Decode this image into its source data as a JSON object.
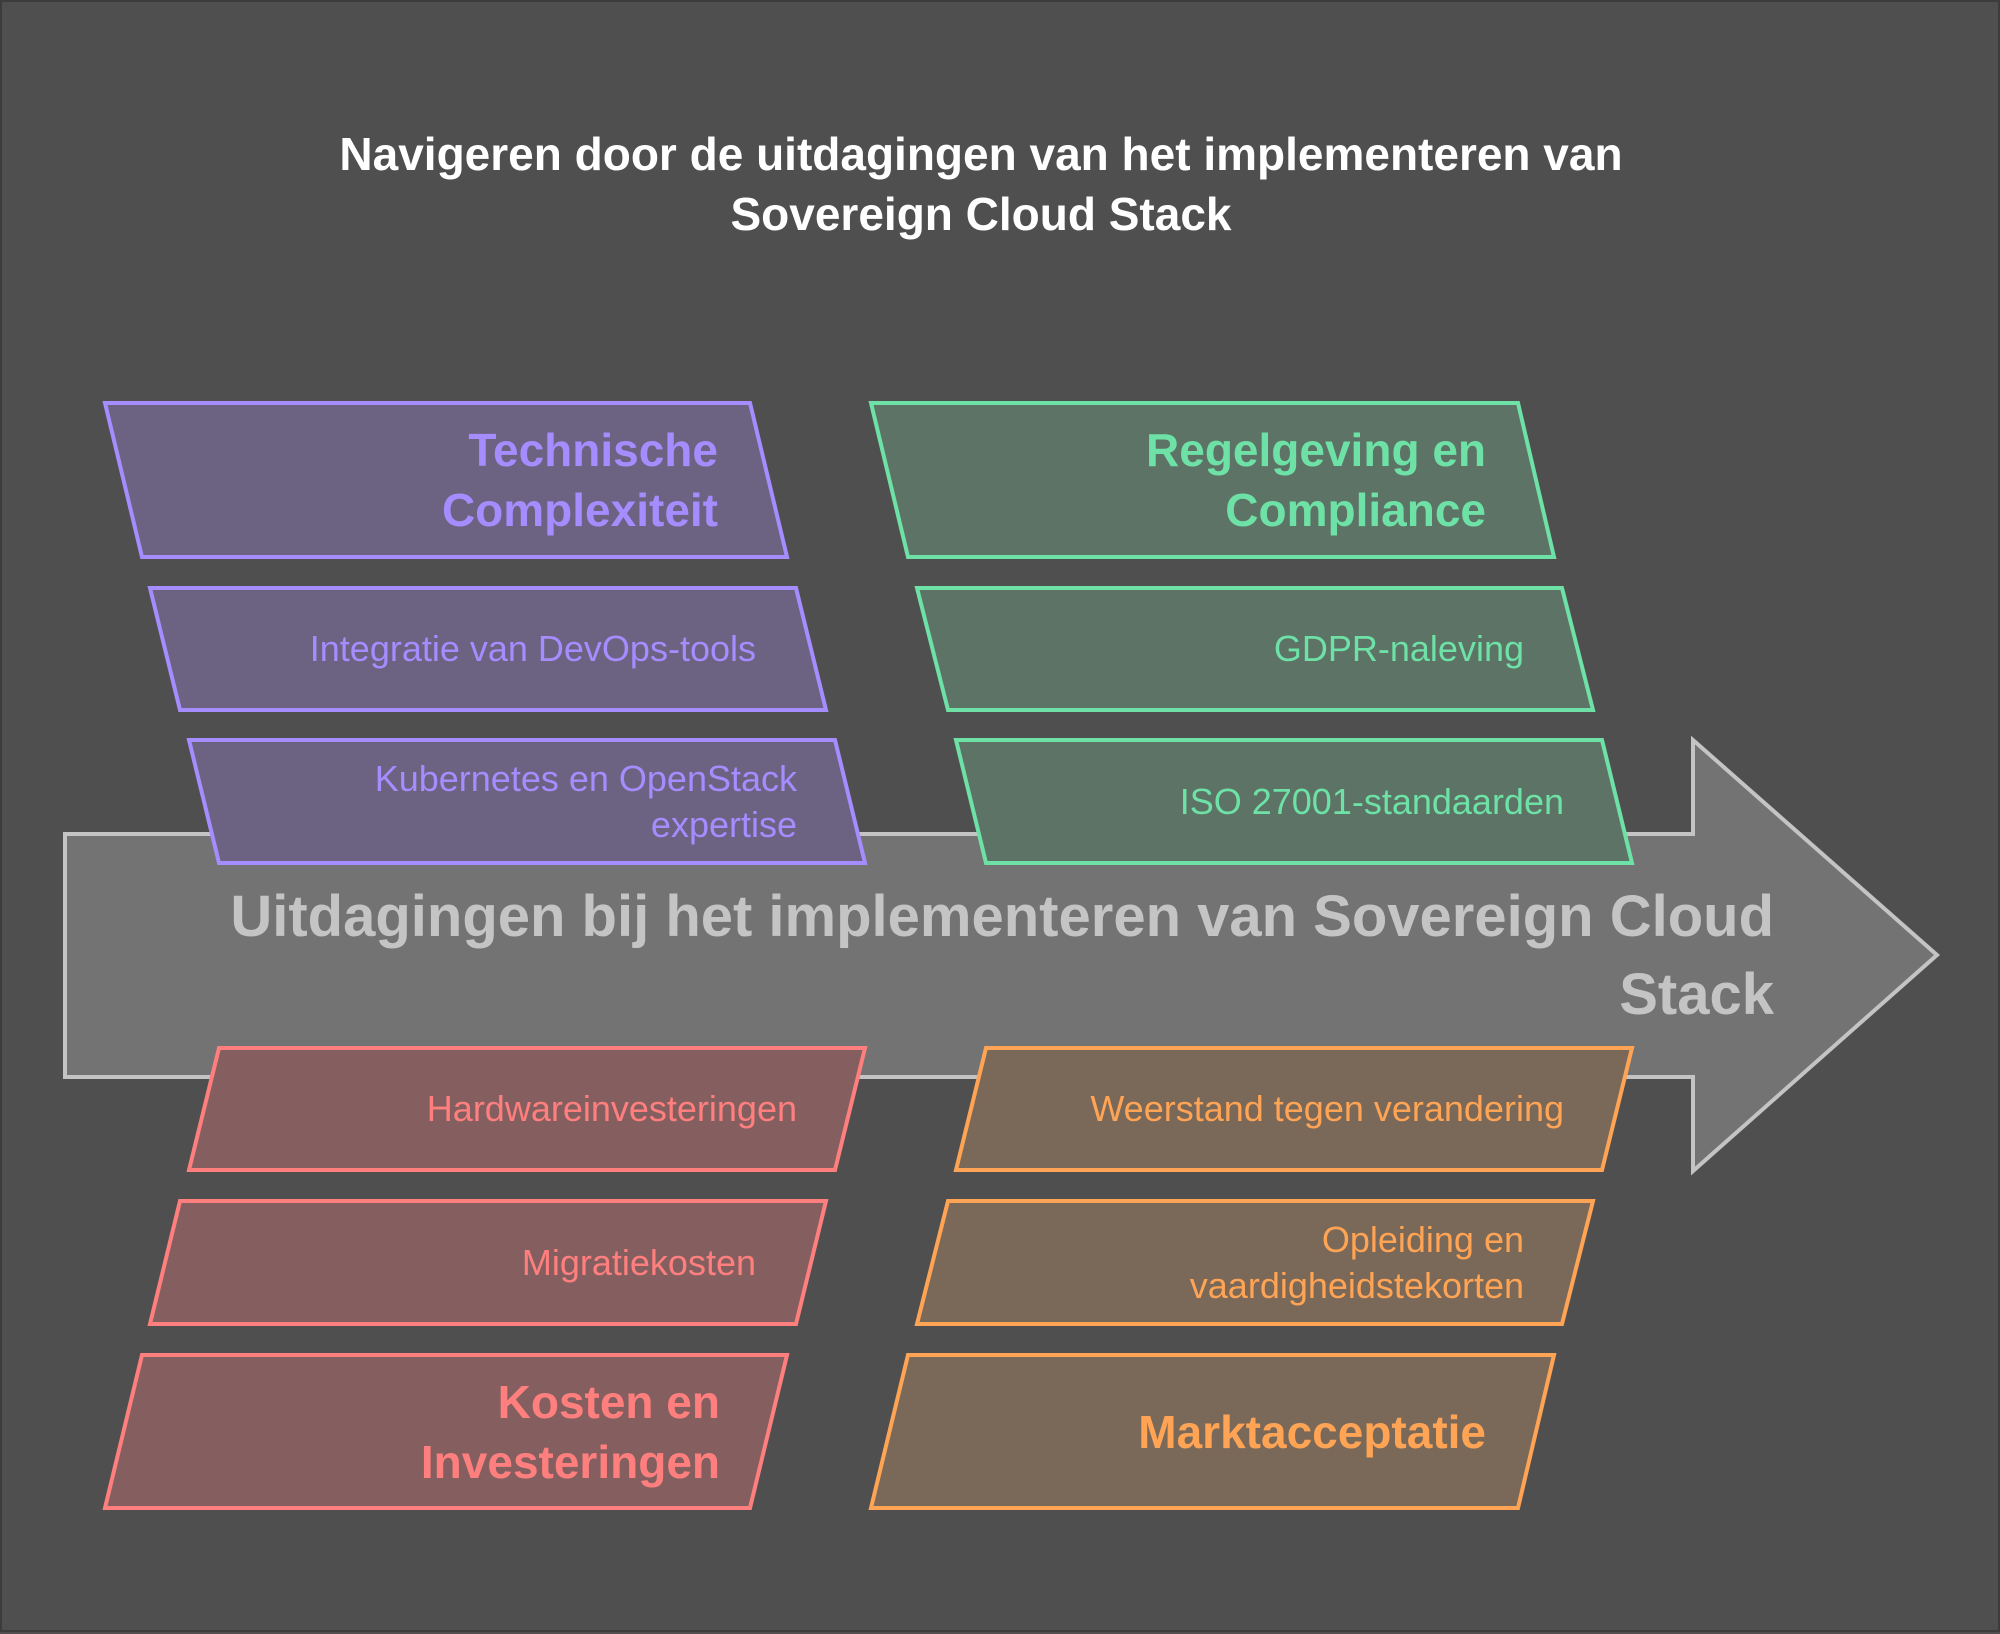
{
  "title": {
    "line1": "Navigeren door de uitdagingen van het implementeren van",
    "line2": "Sovereign Cloud Stack"
  },
  "spine": {
    "line1": "Uitdagingen bij het implementeren van Sovereign Cloud",
    "line2": "Stack"
  },
  "colors": {
    "background": "#4f4f4f",
    "arrow_fill": "#737373",
    "arrow_stroke": "#c4c4c4",
    "technical": "#a58cff",
    "regulation": "#6ee1a6",
    "costs": "#ff7f7f",
    "market": "#ffa455"
  },
  "categories": {
    "technical": {
      "heading": [
        "Technische",
        "Complexiteit"
      ],
      "items": [
        [
          "Integratie van DevOps-tools"
        ],
        [
          "Kubernetes en OpenStack",
          "expertise"
        ]
      ]
    },
    "regulation": {
      "heading": [
        "Regelgeving en",
        "Compliance"
      ],
      "items": [
        [
          "GDPR-naleving"
        ],
        [
          "ISO 27001-standaarden"
        ]
      ]
    },
    "costs": {
      "heading": [
        "Kosten en",
        "Investeringen"
      ],
      "items": [
        [
          "Hardwareinvesteringen"
        ],
        [
          "Migratiekosten"
        ]
      ]
    },
    "market": {
      "heading": [
        "Marktacceptatie"
      ],
      "items": [
        [
          "Weerstand tegen verandering"
        ],
        [
          "Opleiding en",
          "vaardigheidstekorten"
        ]
      ]
    }
  }
}
